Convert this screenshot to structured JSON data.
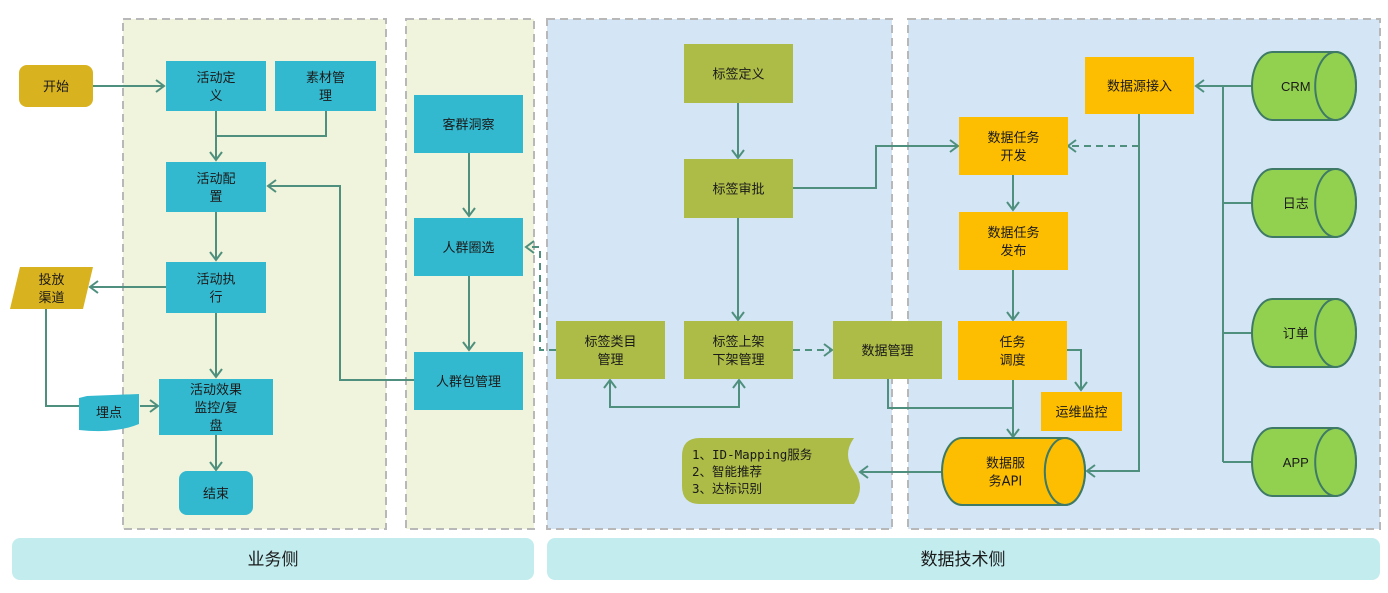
{
  "colors": {
    "business_panel": "#f0f4dc",
    "tech_panel": "#d4e6f6",
    "panel_border": "#b8b8b8",
    "cyan_node": "#33b9cf",
    "gold_node": "#d9b21f",
    "olive_node": "#adbb47",
    "orange_node": "#fdbe02",
    "green_db": "#92d050",
    "edge": "#4e8f7d",
    "footer": "#c3ecef"
  },
  "footer": {
    "business": "业务侧",
    "tech": "数据技术侧"
  },
  "nodes": {
    "start": [
      "开始"
    ],
    "activity_define": [
      "活动定",
      "义"
    ],
    "material_mgmt": [
      "素材管",
      "理"
    ],
    "activity_config": [
      "活动配",
      "置"
    ],
    "activity_exec": [
      "活动执",
      "行"
    ],
    "channel": [
      "投放",
      "渠道"
    ],
    "tracking": [
      "埋点"
    ],
    "activity_monitor": [
      "活动效果",
      "监控/复",
      "盘"
    ],
    "end": [
      "结束"
    ],
    "customer_insight": [
      "客群洞察"
    ],
    "crowd_select": [
      "人群圈选"
    ],
    "crowd_pkg": [
      "人群包管理"
    ],
    "tag_define": [
      "标签定义"
    ],
    "tag_approve": [
      "标签审批"
    ],
    "tag_category": [
      "标签类目",
      "管理"
    ],
    "tag_shelf": [
      "标签上架",
      "下架管理"
    ],
    "data_mgmt": [
      "数据管理"
    ],
    "services": [
      "1、ID-Mapping服务",
      "2、智能推荐",
      "3、达标识别"
    ],
    "datasource_access": [
      "数据源接入"
    ],
    "task_dev": [
      "数据任务",
      "开发"
    ],
    "task_publish": [
      "数据任务",
      "发布"
    ],
    "task_schedule": [
      "任务",
      "调度"
    ],
    "ops_monitor": [
      "运维监控"
    ],
    "data_api": [
      "数据服",
      "务API"
    ],
    "db_crm": [
      "CRM"
    ],
    "db_log": [
      "日志"
    ],
    "db_order": [
      "订单"
    ],
    "db_app": [
      "APP"
    ]
  }
}
